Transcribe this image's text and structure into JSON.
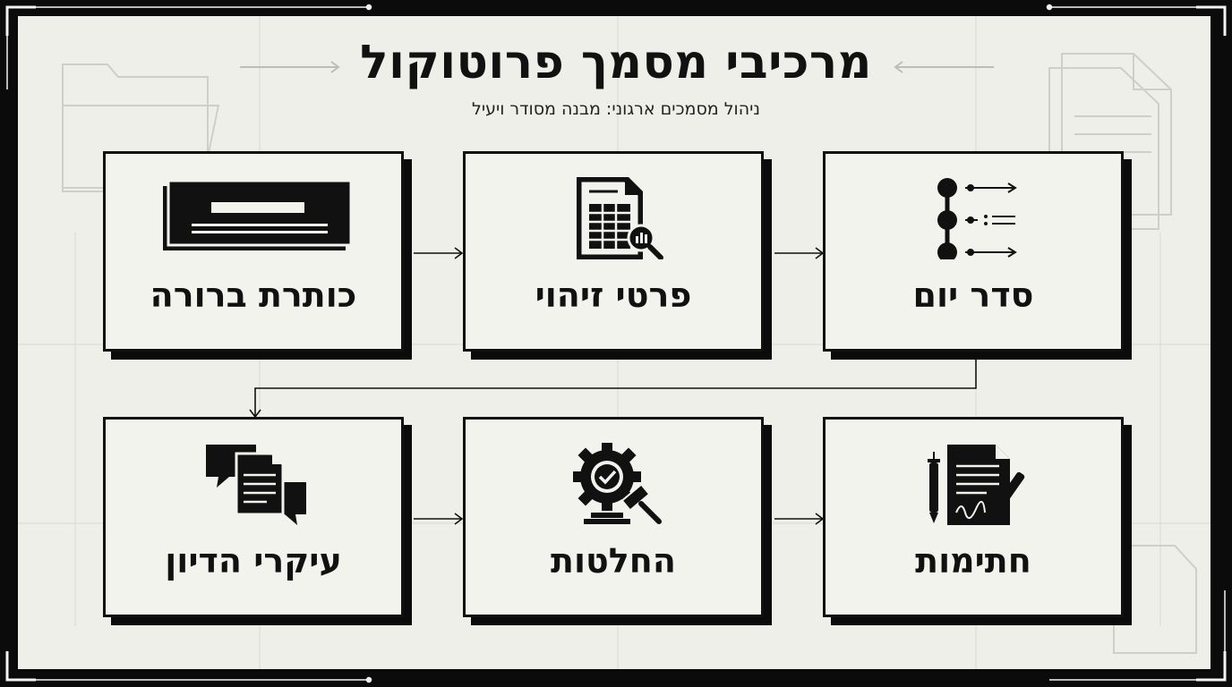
{
  "title": "מרכיבי מסמך פרוטוקול",
  "subtitle": "ניהול מסמכים ארגוני: מבנה מסודר ויעיל",
  "steps": [
    {
      "label": "סדר יום",
      "icon": "agenda-list-icon"
    },
    {
      "label": "פרטי זיהוי",
      "icon": "document-search-icon"
    },
    {
      "label": "כותרת ברורה",
      "icon": "header-banner-icon"
    },
    {
      "label": "עיקרי הדיון",
      "icon": "discussion-bubbles-icon"
    },
    {
      "label": "החלטות",
      "icon": "gear-gavel-icon"
    },
    {
      "label": "חתימות",
      "icon": "signed-document-icon"
    }
  ],
  "colors": {
    "ink": "#111111",
    "paper": "#efefea",
    "frame": "#0b0b0b"
  }
}
